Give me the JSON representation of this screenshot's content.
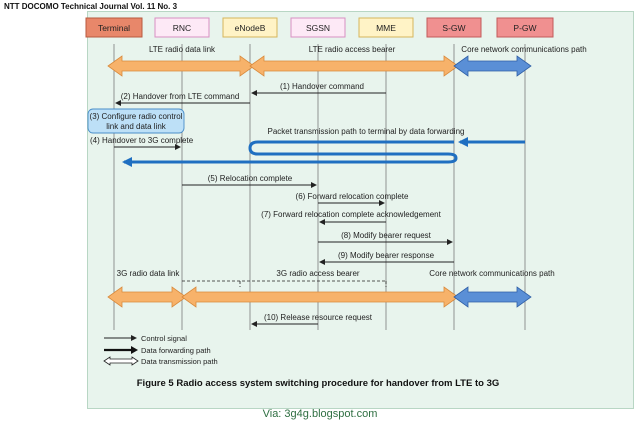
{
  "journal_header": "NTT DOCOMO Technical Journal Vol. 11 No. 3",
  "nodes": [
    {
      "id": "terminal",
      "label": "Terminal",
      "fill": "#e8876a",
      "stroke": "#b85a3f"
    },
    {
      "id": "rnc",
      "label": "RNC",
      "fill": "#fde9f6",
      "stroke": "#d88fc2"
    },
    {
      "id": "enodeb",
      "label": "eNodeB",
      "fill": "#fff3c6",
      "stroke": "#d6b65c"
    },
    {
      "id": "sgsn",
      "label": "SGSN",
      "fill": "#fde9f6",
      "stroke": "#d88fc2"
    },
    {
      "id": "mme",
      "label": "MME",
      "fill": "#fff3c6",
      "stroke": "#d6b65c"
    },
    {
      "id": "sgw",
      "label": "S-GW",
      "fill": "#f09090",
      "stroke": "#c25a5a"
    },
    {
      "id": "pgw",
      "label": "P-GW",
      "fill": "#f09090",
      "stroke": "#c25a5a"
    }
  ],
  "path_labels": {
    "lte_radio_data_link": "LTE radio data link",
    "lte_radio_access_bearer": "LTE radio access bearer",
    "core_path_top": "Core network communications path",
    "radio_3g_data_link": "3G radio data link",
    "radio_3g_access_bearer": "3G radio access bearer",
    "core_path_bottom": "Core network communications path",
    "forwarding_path": "Packet transmission path to terminal by data forwarding"
  },
  "steps": {
    "s1": "(1) Handover command",
    "s2": "(2) Handover from LTE command",
    "s3_line1": "(3) Configure radio control",
    "s3_line2": "link and data link",
    "s4": "(4) Handover to 3G complete",
    "s5": "(5) Relocation complete",
    "s6": "(6) Forward relocation complete",
    "s7": "(7) Forward relocation complete acknowledgement",
    "s8": "(8) Modify bearer request",
    "s9": "(9) Modify bearer response",
    "s10": "(10) Release resource request"
  },
  "legend": {
    "control_signal": "Control signal",
    "data_forwarding_path": "Data forwarding path",
    "data_transmission_path": "Data transmission path"
  },
  "caption": "Figure 5  Radio access system switching procedure for handover from LTE to 3G",
  "via": "Via:  3g4g.blogspot.com",
  "colors": {
    "orange": "#f7b26a",
    "orange_stroke": "#d98a3c",
    "blue": "#5a8fd6",
    "blue_stroke": "#2f5fa6",
    "forwarding": "#1f6fc1",
    "panel": "#e8f4ed"
  }
}
